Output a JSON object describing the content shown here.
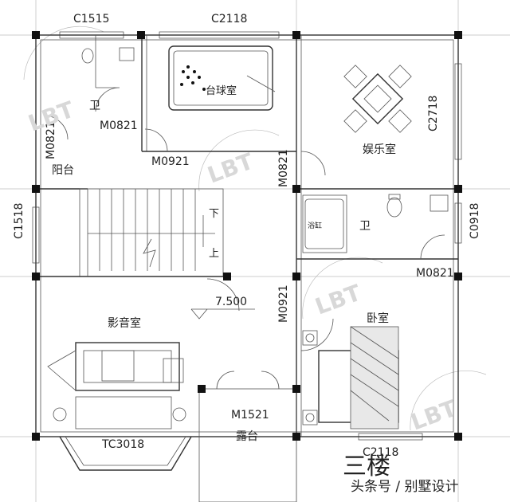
{
  "floor_title": "三楼",
  "footer_credit": "头条号 / 别墅设计",
  "elevation": "7.500",
  "watermark": "LBT",
  "rooms": {
    "bathroom_top_left": "卫",
    "billiards": "台球室",
    "entertainment": "娱乐室",
    "balcony": "阳台",
    "stair_down": "下",
    "stair_up": "上",
    "bathroom_right": "卫",
    "bathtub": "浴缸",
    "home_theater": "影音室",
    "bedroom": "卧室",
    "terrace": "露台"
  },
  "windows": {
    "w1": "C1515",
    "w2": "C2118",
    "w3": "C2718",
    "w4": "C1518",
    "w5": "C0918",
    "w6": "TC3018",
    "w7": "C2118"
  },
  "doors": {
    "d1": "M0821",
    "d2": "M0821",
    "d3": "M0921",
    "d4": "M0821",
    "d5": "M0821",
    "d6": "M0921",
    "d7": "M1521"
  }
}
